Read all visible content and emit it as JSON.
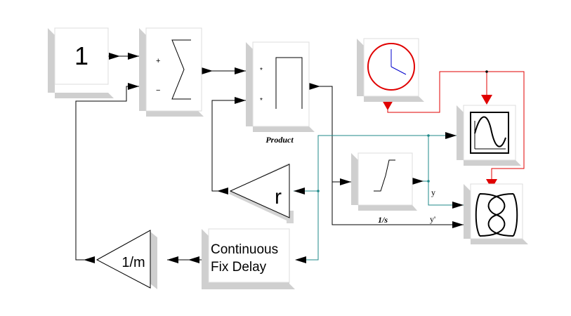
{
  "blocks": {
    "constant": {
      "value": "1"
    },
    "sum": {
      "plus_sign": "+",
      "minus_sign": "−"
    },
    "product": {
      "input1_sign": "*",
      "input2_sign": "*",
      "label": "Product"
    },
    "gain_r": {
      "value": "r"
    },
    "integrator": {
      "label": "1/s"
    },
    "delay": {
      "line1": "Continuous",
      "line2": "Fix Delay"
    },
    "gain_m": {
      "value": "1/m"
    }
  },
  "signals": {
    "y": "y",
    "y_prime": "y'"
  },
  "colors": {
    "event_link": "#e00000",
    "feedback_link": "#1f8a8a",
    "clock_face": "#e00000",
    "clock_hand": "#0000cc",
    "shadow": "#cfcfcf"
  },
  "icons": {
    "clock": "clock-icon",
    "scope": "sine-wave-scope-icon",
    "xy_scope": "lissajous-scope-icon",
    "integrator": "integrator-curve-icon",
    "sum": "sigma-icon",
    "product": "product-bracket-icon"
  }
}
